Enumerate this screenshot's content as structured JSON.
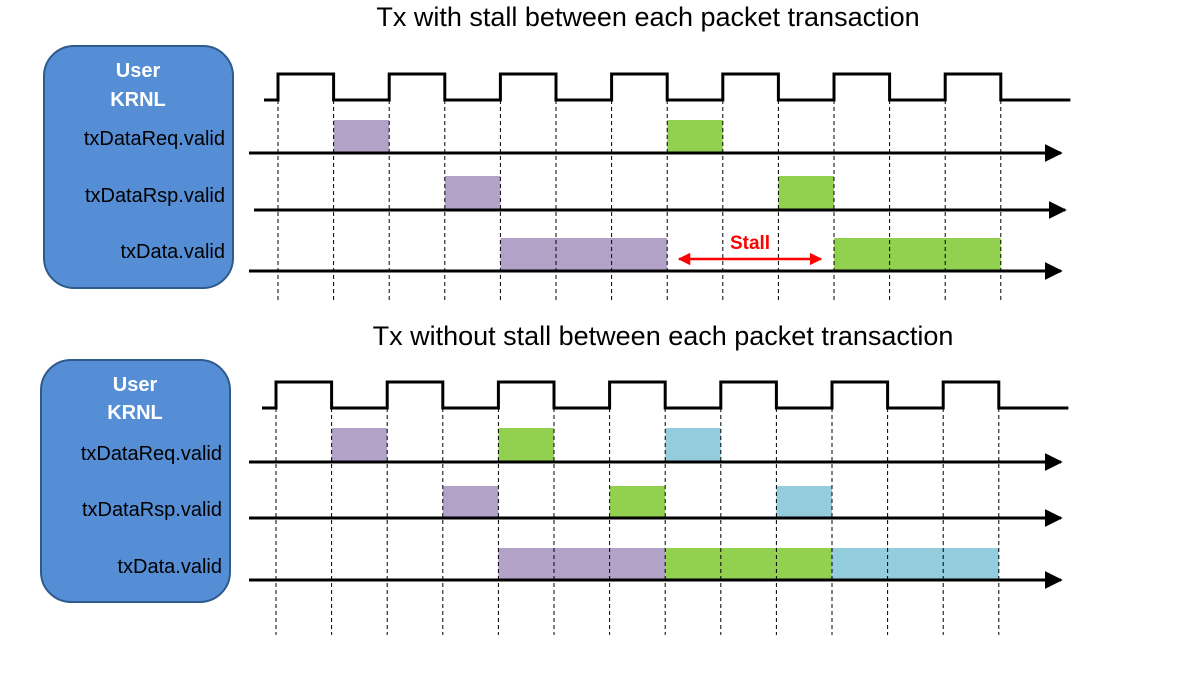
{
  "colors": {
    "box_fill": "#558ED5",
    "box_stroke": "#2E5A8C",
    "box_text": "#FFFFFF",
    "purple": "#B3A2C7",
    "green": "#92D050",
    "blue": "#93CDDD",
    "stall": "#FF0000",
    "line": "#000000"
  },
  "diagrams": [
    {
      "title": "Tx with stall between each packet transaction",
      "box_label_line1": "User",
      "box_label_line2": "KRNL",
      "show_stall": true,
      "stall_label": "Stall",
      "signals": [
        {
          "label": "txDataReq.valid",
          "pulses": [
            {
              "start": 1,
              "end": 2,
              "color": "purple"
            },
            {
              "start": 7,
              "end": 8,
              "color": "green"
            }
          ]
        },
        {
          "label": "txDataRsp.valid",
          "pulses": [
            {
              "start": 3,
              "end": 4,
              "color": "purple"
            },
            {
              "start": 9,
              "end": 10,
              "color": "green"
            }
          ]
        },
        {
          "label": "txData.valid",
          "pulses": [
            {
              "start": 4,
              "end": 7,
              "color": "purple"
            },
            {
              "start": 10,
              "end": 13,
              "color": "green"
            }
          ]
        }
      ]
    },
    {
      "title": "Tx without stall between each packet transaction",
      "box_label_line1": "User",
      "box_label_line2": "KRNL",
      "show_stall": false,
      "stall_label": "",
      "signals": [
        {
          "label": "txDataReq.valid",
          "pulses": [
            {
              "start": 1,
              "end": 2,
              "color": "purple"
            },
            {
              "start": 4,
              "end": 5,
              "color": "green"
            },
            {
              "start": 7,
              "end": 8,
              "color": "blue"
            }
          ]
        },
        {
          "label": "txDataRsp.valid",
          "pulses": [
            {
              "start": 3,
              "end": 4,
              "color": "purple"
            },
            {
              "start": 6,
              "end": 7,
              "color": "green"
            },
            {
              "start": 9,
              "end": 10,
              "color": "blue"
            }
          ]
        },
        {
          "label": "txData.valid",
          "pulses": [
            {
              "start": 4,
              "end": 7,
              "color": "purple"
            },
            {
              "start": 7,
              "end": 10,
              "color": "green"
            },
            {
              "start": 10,
              "end": 13,
              "color": "blue"
            }
          ]
        }
      ]
    }
  ]
}
